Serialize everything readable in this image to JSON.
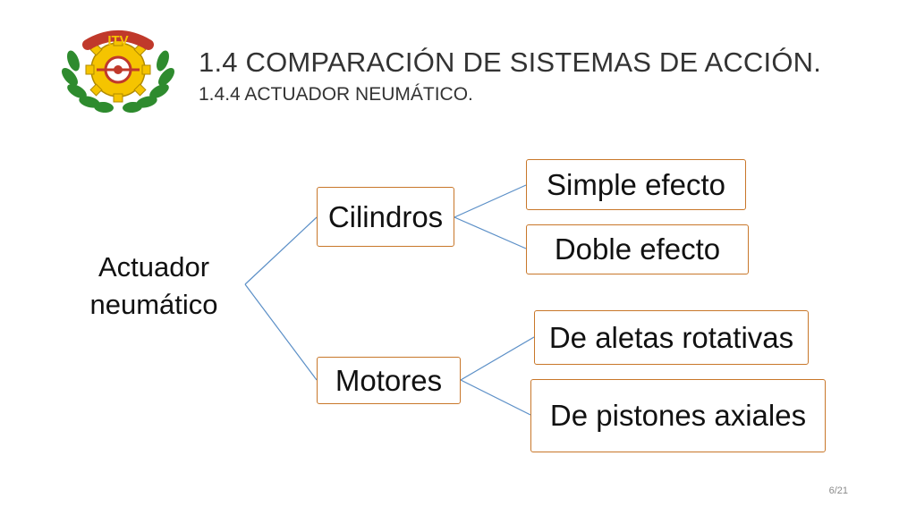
{
  "slide": {
    "logo_text": "ITV",
    "title": "1.4 COMPARACIÓN DE SISTEMAS DE ACCIÓN.",
    "subtitle": "1.4.4 ACTUADOR NEUMÁTICO.",
    "page_number": "6/21"
  },
  "diagram": {
    "root_line1": "Actuador",
    "root_line2": "neumático",
    "branches": [
      {
        "label": "Cilindros",
        "children": [
          "Simple efecto",
          "Doble efecto"
        ]
      },
      {
        "label": "Motores",
        "children": [
          "De aletas rotativas",
          "De pistones axiales"
        ]
      }
    ]
  },
  "colors": {
    "node_border": "#c8772a",
    "connector": "#5b8fc7",
    "logo_laurel": "#2e8b2e",
    "logo_gear": "#f5c400",
    "logo_ring": "#c0392b"
  }
}
